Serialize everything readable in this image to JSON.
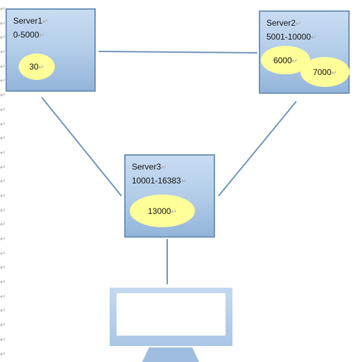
{
  "colors": {
    "server_fill": "#b3cde9",
    "server_border": "#6f93b8",
    "slot_fill": "#ffff99",
    "link_line": "#6f93b8",
    "monitor": "#a9c6e6"
  },
  "paragraph_mark": "↵",
  "servers": [
    {
      "name": "Server1",
      "range": "0-5000",
      "slots": [
        {
          "label": "30"
        }
      ]
    },
    {
      "name": "Server2",
      "range": "5001-10000",
      "slots": [
        {
          "label": "6000"
        },
        {
          "label": "7000"
        }
      ]
    },
    {
      "name": "Server3",
      "range": "10001-16383",
      "slots": [
        {
          "label": "13000"
        }
      ]
    }
  ],
  "client": {
    "icon": "monitor-icon"
  }
}
